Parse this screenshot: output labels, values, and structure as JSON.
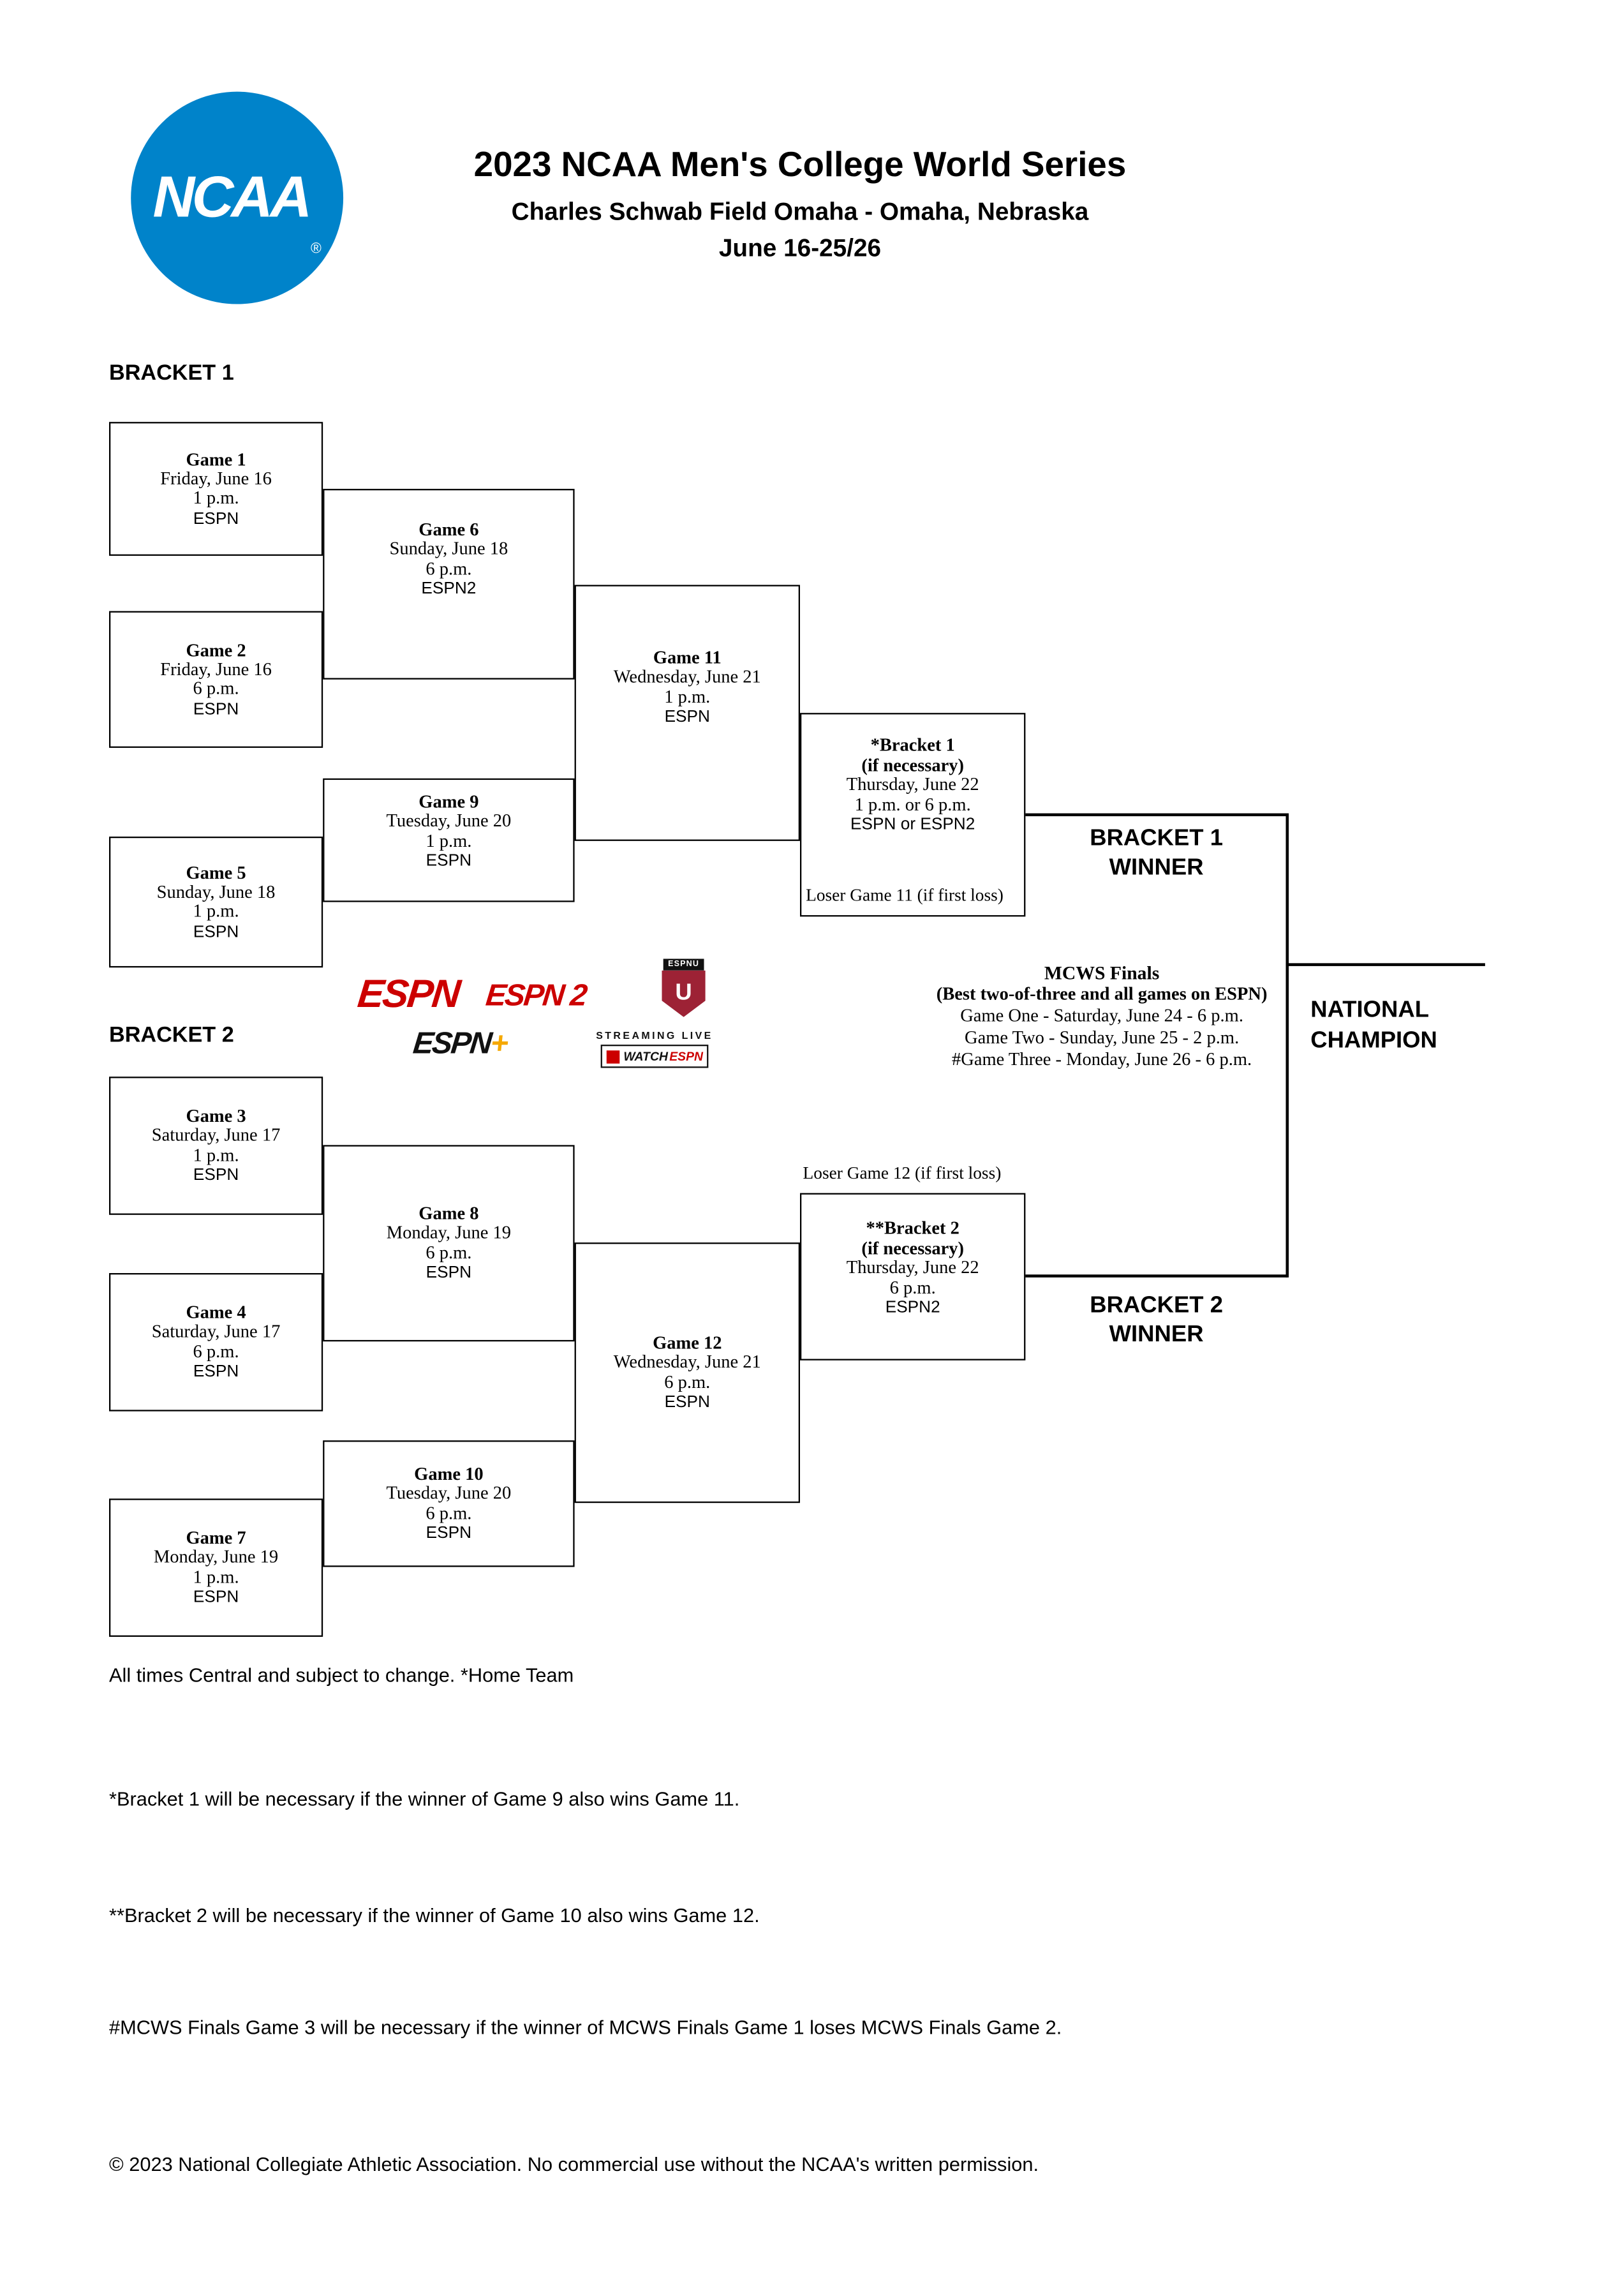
{
  "header": {
    "logo_text": "NCAA",
    "logo_reg": "®",
    "title": "2023 NCAA Men's College World Series",
    "subtitle": "Charles Schwab Field Omaha - Omaha, Nebraska",
    "date_range": "June 16-25/26"
  },
  "labels": {
    "bracket1": "BRACKET 1",
    "bracket2": "BRACKET 2",
    "bracket1_winner_line1": "BRACKET 1",
    "bracket1_winner_line2": "WINNER",
    "bracket2_winner_line1": "BRACKET 2",
    "bracket2_winner_line2": "WINNER",
    "champion_line1": "NATIONAL",
    "champion_line2": "CHAMPION"
  },
  "games": {
    "game1": {
      "name": "Game 1",
      "date": "Friday, June 16",
      "time": "1 p.m.",
      "network": "ESPN"
    },
    "game2": {
      "name": "Game 2",
      "date": "Friday, June 16",
      "time": "6 p.m.",
      "network": "ESPN"
    },
    "game3": {
      "name": "Game 3",
      "date": "Saturday, June 17",
      "time": "1 p.m.",
      "network": "ESPN"
    },
    "game4": {
      "name": "Game 4",
      "date": "Saturday, June 17",
      "time": "6 p.m.",
      "network": "ESPN"
    },
    "game5": {
      "name": "Game 5",
      "date": "Sunday, June 18",
      "time": "1 p.m.",
      "network": "ESPN"
    },
    "game6": {
      "name": "Game 6",
      "date": "Sunday, June 18",
      "time": "6 p.m.",
      "network": "ESPN2"
    },
    "game7": {
      "name": "Game 7",
      "date": "Monday, June 19",
      "time": "1 p.m.",
      "network": "ESPN"
    },
    "game8": {
      "name": "Game 8",
      "date": "Monday, June 19",
      "time": "6 p.m.",
      "network": "ESPN"
    },
    "game9": {
      "name": "Game 9",
      "date": "Tuesday, June 20",
      "time": "1 p.m.",
      "network": "ESPN"
    },
    "game10": {
      "name": "Game 10",
      "date": "Tuesday, June 20",
      "time": "6 p.m.",
      "network": "ESPN"
    },
    "game11": {
      "name": "Game 11",
      "date": "Wednesday, June 21",
      "time": "1 p.m.",
      "network": "ESPN"
    },
    "game12": {
      "name": "Game 12",
      "date": "Wednesday, June 21",
      "time": "6 p.m.",
      "network": "ESPN"
    }
  },
  "if_necessary": {
    "bracket1": {
      "name": "*Bracket 1",
      "note": "(if necessary)",
      "date": "Thursday, June 22",
      "time": "1 p.m. or 6 p.m.",
      "network": "ESPN or ESPN2",
      "loser_note": "Loser Game 11 (if first loss)"
    },
    "bracket2": {
      "name": "**Bracket 2",
      "note": "(if necessary)",
      "date": "Thursday, June 22",
      "time": "6 p.m.",
      "network": "ESPN2",
      "loser_note": "Loser Game 12 (if first loss)"
    }
  },
  "finals": {
    "title": "MCWS Finals",
    "subtitle": "(Best two-of-three and all games on ESPN)",
    "game_one": "Game One - Saturday, June 24 - 6 p.m.",
    "game_two": "Game Two - Sunday, June 25 - 2 p.m.",
    "game_three": "#Game Three - Monday, June 26 - 6 p.m."
  },
  "networks": {
    "espn": "ESPN",
    "espn2": "ESPN 2",
    "espnu_label": "ESPNU",
    "espnu_letter": "U",
    "espn_plus": "ESPN",
    "espn_plus_sign": "+",
    "watch_tagline": "STREAMING LIVE",
    "watch_word": "WATCH",
    "watch_espn": "ESPN"
  },
  "footnotes": {
    "times": "All times Central and subject to change. *Home Team",
    "bracket1": "*Bracket 1 will be necessary if the winner of Game 9 also wins Game 11.",
    "bracket2": "**Bracket 2 will be necessary if the winner of Game 10 also wins Game 12.",
    "finals": "#MCWS Finals Game 3 will be necessary if the winner of MCWS Finals Game 1 loses MCWS Finals Game 2.",
    "copyright": "© 2023 National Collegiate Athletic Association. No commercial use without the NCAA's written permission."
  },
  "colors": {
    "ncaa_blue": "#0083CA",
    "espn_red": "#CC0000",
    "espn_plus_gold": "#F5A800"
  }
}
